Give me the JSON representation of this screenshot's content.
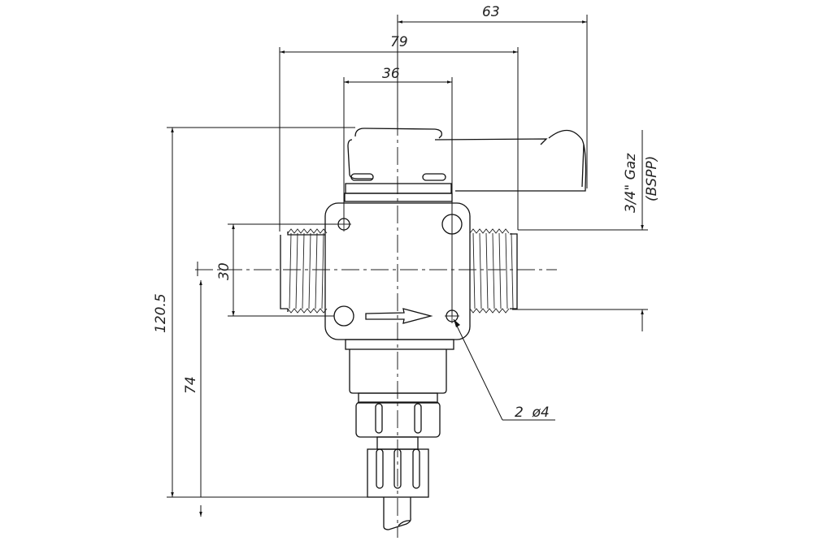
{
  "title": "Valve dimension drawing",
  "dimensions": {
    "handle_reach": "63",
    "overall_width": "79",
    "hole_spacing": "36",
    "overall_height": "120.5",
    "axis_to_bottom": "74",
    "port_spacing": "30",
    "thread_size": "3/4\" Gaz",
    "thread_standard": "(BSPP)",
    "holes_callout": "2  ø4"
  }
}
